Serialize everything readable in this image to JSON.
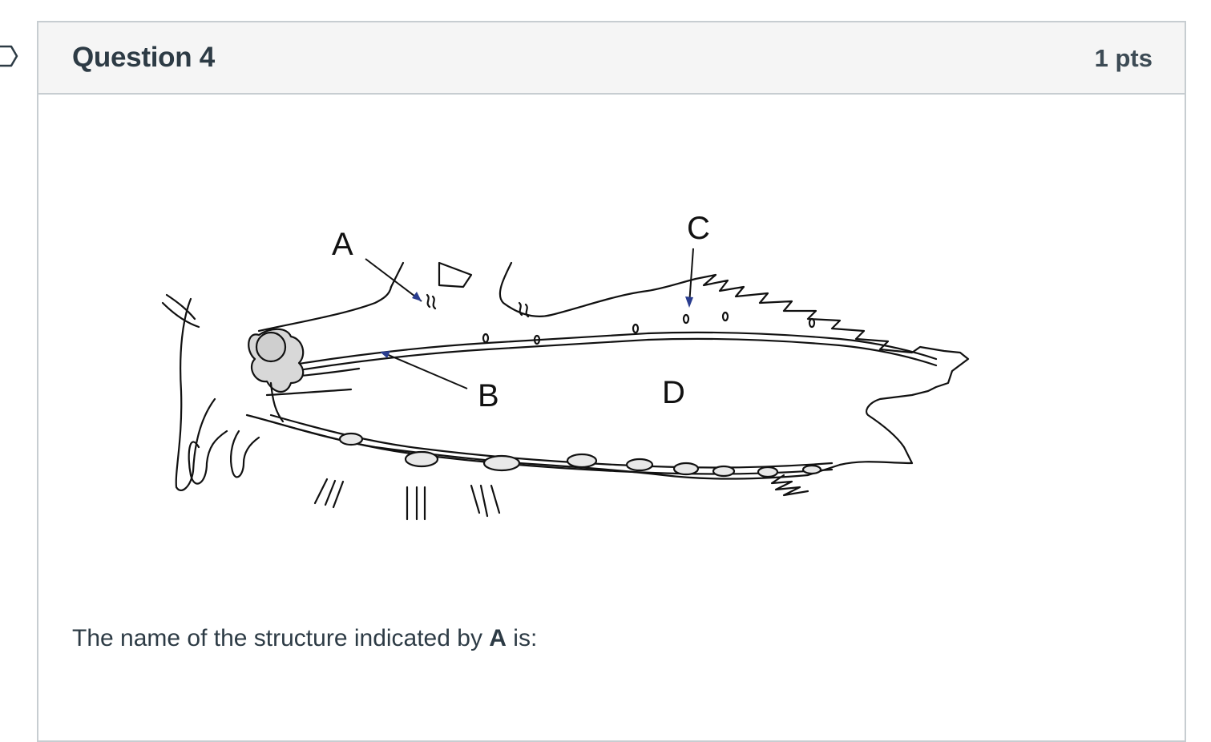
{
  "question": {
    "title": "Question 4",
    "points": "1 pts",
    "text_before": "The name of the structure indicated by ",
    "text_bold": "A",
    "text_after": " is:"
  },
  "diagram": {
    "labels": {
      "a": "A",
      "b": "B",
      "c": "C",
      "d": "D"
    }
  },
  "colors": {
    "header_bg": "#f5f5f5",
    "border": "#c7cdd1",
    "text": "#2d3b45",
    "arrow_head": "#2a3d8f"
  }
}
